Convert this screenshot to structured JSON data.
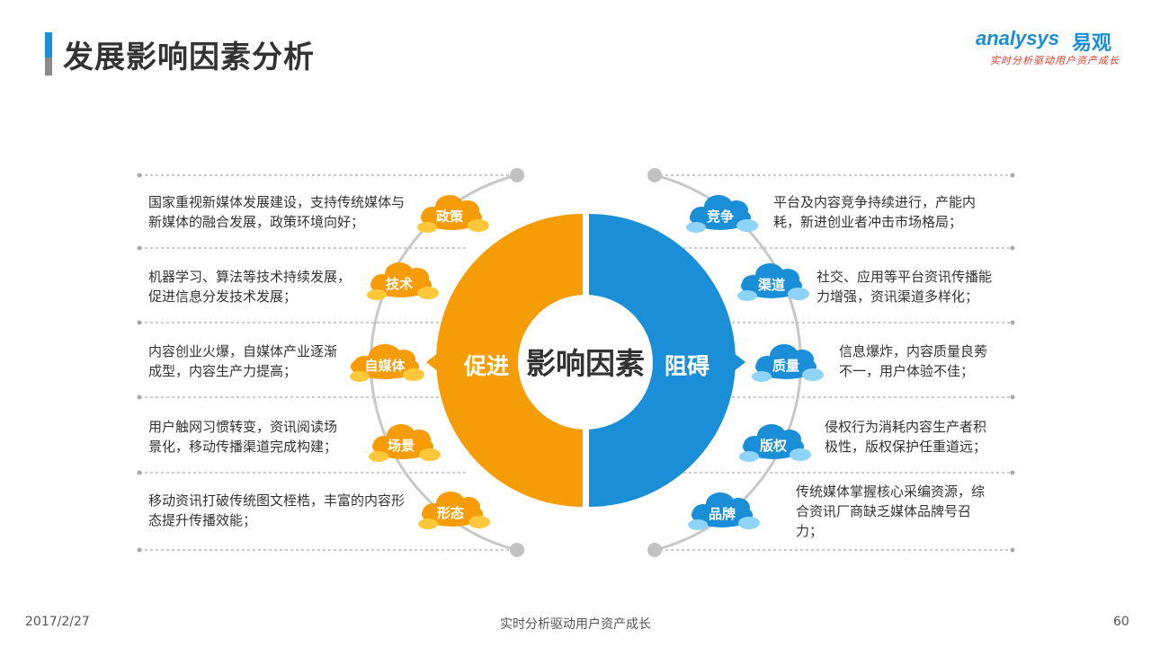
{
  "header": {
    "title": "发展影响因素分析",
    "logo_brand": "analysys",
    "logo_cn": "易观",
    "logo_slogan": "实时分析驱动用户资产成长"
  },
  "colors": {
    "promote": "#f59c06",
    "hinder": "#1a8fd8",
    "text": "#333333",
    "slogan": "#e03a2a"
  },
  "center": {
    "label": "影响因素",
    "left_label": "促进",
    "right_label": "阻碍"
  },
  "promote_factors": [
    {
      "tag": "政策",
      "text": [
        "国家重视新媒体发展建设，支持传统媒体与",
        "新媒体的融合发展，政策环境向好；"
      ]
    },
    {
      "tag": "技术",
      "text": [
        "机器学习、算法等技术持续发展，",
        "促进信息分发技术发展；"
      ]
    },
    {
      "tag": "自媒体",
      "text": [
        "内容创业火爆，自媒体产业逐渐",
        "成型，内容生产力提高；"
      ]
    },
    {
      "tag": "场景",
      "text": [
        "用户触网习惯转变，资讯阅读场",
        "景化，移动传播渠道完成构建；"
      ]
    },
    {
      "tag": "形态",
      "text": [
        "移动资讯打破传统图文桎梏，丰富的内容形",
        "态提升传播效能；"
      ]
    }
  ],
  "hinder_factors": [
    {
      "tag": "竞争",
      "text": [
        "平台及内容竞争持续进行，产能内",
        "耗，新进创业者冲击市场格局；"
      ]
    },
    {
      "tag": "渠道",
      "text": [
        "社交、应用等平台资讯传播能",
        "力增强，资讯渠道多样化；"
      ]
    },
    {
      "tag": "质量",
      "text": [
        "信息爆炸，内容质量良莠",
        "不一，用户体验不佳；"
      ]
    },
    {
      "tag": "版权",
      "text": [
        "侵权行为消耗内容生产者积",
        "极性，版权保护任重道远；"
      ]
    },
    {
      "tag": "品牌",
      "text": [
        "传统媒体掌握核心采编资源，综",
        "合资讯厂商缺乏媒体品牌号召",
        "力；"
      ]
    }
  ],
  "footer": {
    "date": "2017/2/27",
    "slogan": "实时分析驱动用户资产成长",
    "page": "60"
  }
}
